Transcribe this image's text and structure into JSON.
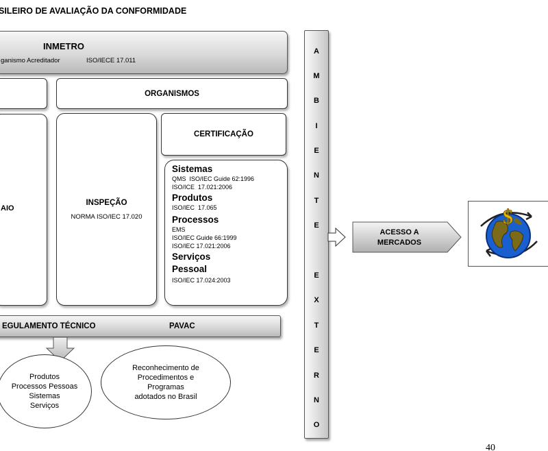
{
  "title": "SILEIRO DE AVALIAÇÃO DA CONFORMIDADE",
  "inmetro": {
    "title": "INMETRO",
    "subtitle_left": "ganismo Acreditador",
    "subtitle_right": "ISO/IECE 17.011"
  },
  "organismos": {
    "label": "ORGANISMOS"
  },
  "ensaio": {
    "label": "AIO"
  },
  "inspecao": {
    "title": "INSPEÇÃO",
    "norma": "NORMA ISO/IEC 17.020"
  },
  "certificacao": {
    "label": "CERTIFICAÇÃO"
  },
  "sections": {
    "sistemas": {
      "head": "Sistemas",
      "lines": [
        "QMS  ISO/IEC Guide 62:1996",
        "ISO/ICE  17.021:2006"
      ]
    },
    "produtos": {
      "head": "Produtos",
      "lines": [
        "ISO/IEC  17.065"
      ]
    },
    "processos": {
      "head": "Processos",
      "lines": [
        "EMS",
        "ISO/IEC Guide 66:1999",
        "ISO/IEC 17.021:2006"
      ]
    },
    "servicos": {
      "head": "Serviços"
    },
    "pessoal": {
      "head": "Pessoal",
      "lines": [
        "ISO/IEC 17.024:2003"
      ]
    }
  },
  "regulamento": {
    "left": "EGULAMENTO TÉCNICO",
    "right": "PAVAC"
  },
  "ambiente_letters": [
    "A",
    "M",
    "B",
    "I",
    "E",
    "N",
    "T",
    "E",
    "",
    "E",
    "X",
    "T",
    "E",
    "R",
    "N",
    "O"
  ],
  "acesso": {
    "line1": "ACESSO A",
    "line2": "MERCADOS"
  },
  "oval_left": {
    "lines": [
      "Produtos",
      "Processos Pessoas",
      "Sistemas",
      "Serviços"
    ]
  },
  "oval_right": {
    "lines": [
      "Reconhecimento de",
      "Procedimentos e",
      "Programas",
      "adotados no Brasil"
    ]
  },
  "page_number": "40",
  "icons": {
    "globe": "globe-dollar-icon"
  },
  "colors": {
    "grey_top": "#f6f6f6",
    "grey_bottom": "#b9b9b9",
    "globe_blue": "#1a5fd0",
    "globe_land": "#7a6a1a",
    "dollar": "#e6b800"
  }
}
